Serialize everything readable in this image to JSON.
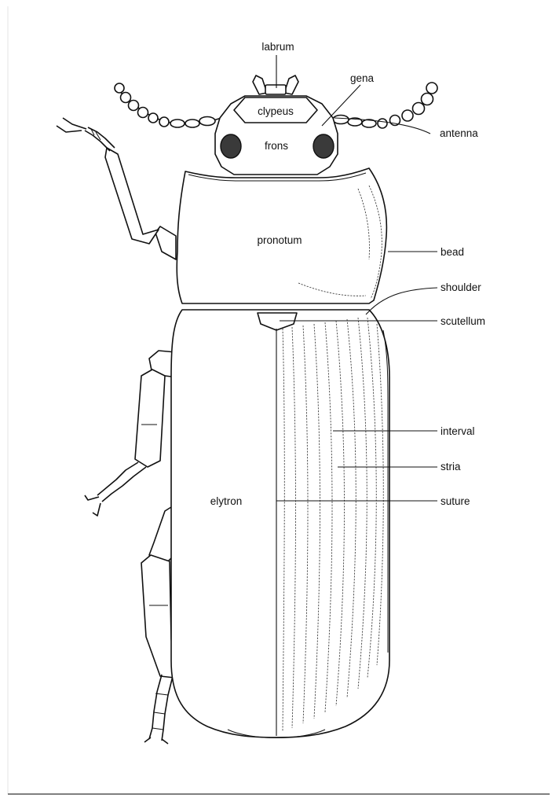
{
  "labels": {
    "labrum": "labrum",
    "gena": "gena",
    "clypeus": "clypeus",
    "antenna": "antenna",
    "frons": "frons",
    "pronotum": "pronotum",
    "bead": "bead",
    "shoulder": "shoulder",
    "scutellum": "scutellum",
    "interval": "interval",
    "stria": "stria",
    "elytron": "elytron",
    "suture": "suture"
  }
}
